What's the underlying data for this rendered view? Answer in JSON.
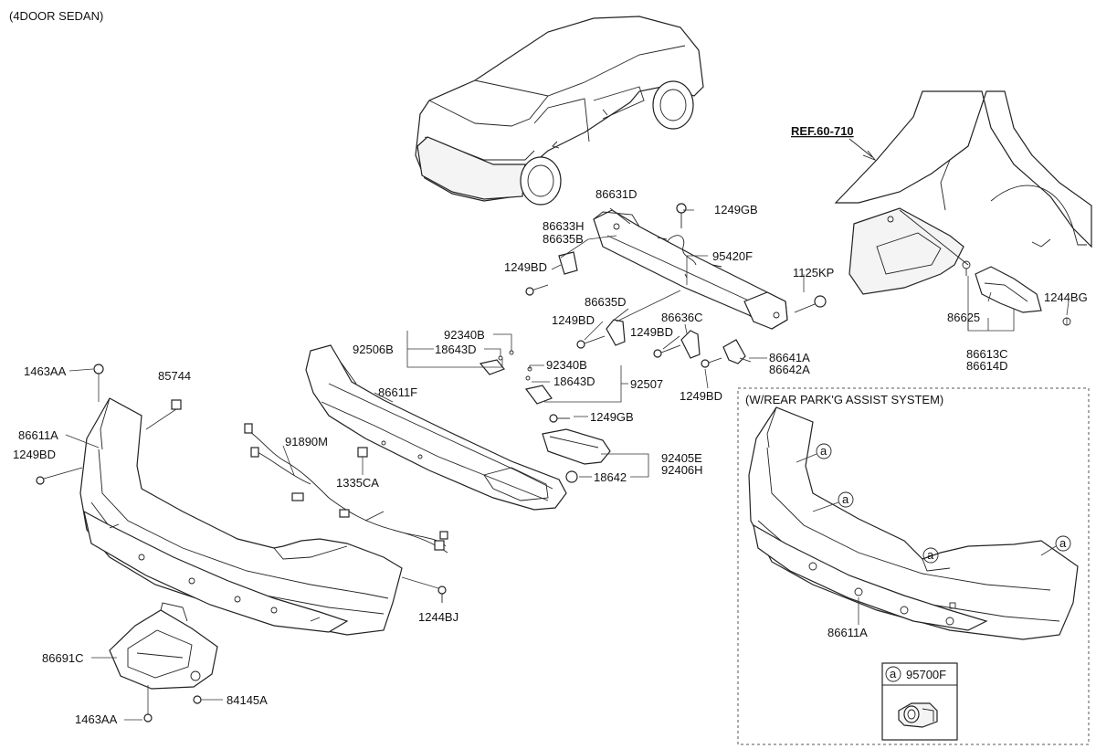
{
  "header": {
    "variant": "(4DOOR SEDAN)"
  },
  "reference": {
    "ref_label": "REF.60-710"
  },
  "parts": {
    "p86631D": "86631D",
    "p86633H": "86633H",
    "p86635B": "86635B",
    "p1249GB_top": "1249GB",
    "p95420F": "95420F",
    "p1249BD_a": "1249BD",
    "p1125KP": "1125KP",
    "p1244BG": "1244BG",
    "p86625": "86625",
    "p86613C": "86613C",
    "p86614D": "86614D",
    "p86635D": "86635D",
    "p1249BD_b": "1249BD",
    "p86636C": "86636C",
    "p1249BD_c": "1249BD",
    "p86641A": "86641A",
    "p86642A": "86642A",
    "p1249BD_d": "1249BD",
    "p92340B_a": "92340B",
    "p92506B": "92506B",
    "p18643D_a": "18643D",
    "p92340B_b": "92340B",
    "p18643D_b": "18643D",
    "p92507": "92507",
    "p1249GB_mid": "1249GB",
    "p92405E": "92405E",
    "p92406H": "92406H",
    "p18642": "18642",
    "p86611F": "86611F",
    "p91890M": "91890M",
    "p1335CA": "1335CA",
    "p1463AA_top": "1463AA",
    "p85744": "85744",
    "p86611A": "86611A",
    "p1249BD_e": "1249BD",
    "p1244BJ": "1244BJ",
    "p86691C": "86691C",
    "p84145A": "84145A",
    "p1463AA_bot": "1463AA"
  },
  "inset": {
    "title": "(W/REAR PARK'G ASSIST SYSTEM)",
    "marker": "a",
    "bumper_label": "86611A",
    "sensor_marker": "a",
    "sensor_part": "95700F"
  }
}
